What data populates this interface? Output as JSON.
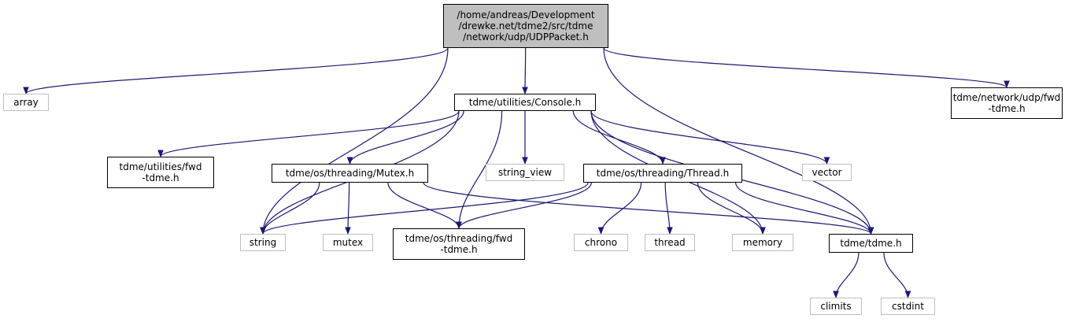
{
  "nodes": [
    {
      "id": "root",
      "label": "/home/andreas/Development\n/drewke.net/tdme2/src/tdme\n/network/udp/UDPPacket.h",
      "kind": "root"
    },
    {
      "id": "array",
      "label": "array",
      "kind": "sys"
    },
    {
      "id": "console",
      "label": "tdme/utilities/Console.h",
      "kind": "local"
    },
    {
      "id": "netfwd",
      "label": "tdme/network/udp/fwd\n-tdme.h",
      "kind": "local"
    },
    {
      "id": "utilfwd",
      "label": "tdme/utilities/fwd\n-tdme.h",
      "kind": "local"
    },
    {
      "id": "mutexh",
      "label": "tdme/os/threading/Mutex.h",
      "kind": "local"
    },
    {
      "id": "string_view",
      "label": "string_view",
      "kind": "sys"
    },
    {
      "id": "threadh",
      "label": "tdme/os/threading/Thread.h",
      "kind": "local"
    },
    {
      "id": "vector",
      "label": "vector",
      "kind": "sys"
    },
    {
      "id": "string",
      "label": "string",
      "kind": "sys"
    },
    {
      "id": "mutex",
      "label": "mutex",
      "kind": "sys"
    },
    {
      "id": "thrfwd",
      "label": "tdme/os/threading/fwd\n-tdme.h",
      "kind": "local"
    },
    {
      "id": "chrono",
      "label": "chrono",
      "kind": "sys"
    },
    {
      "id": "thread",
      "label": "thread",
      "kind": "sys"
    },
    {
      "id": "memory",
      "label": "memory",
      "kind": "sys"
    },
    {
      "id": "tdmeh",
      "label": "tdme/tdme.h",
      "kind": "local"
    },
    {
      "id": "climits",
      "label": "climits",
      "kind": "sys"
    },
    {
      "id": "cstdint",
      "label": "cstdint",
      "kind": "sys"
    }
  ],
  "edges": [
    [
      "root",
      "array"
    ],
    [
      "root",
      "console"
    ],
    [
      "root",
      "string"
    ],
    [
      "root",
      "tdmeh"
    ],
    [
      "root",
      "netfwd"
    ],
    [
      "console",
      "utilfwd"
    ],
    [
      "console",
      "mutexh"
    ],
    [
      "console",
      "string"
    ],
    [
      "console",
      "thrfwd"
    ],
    [
      "console",
      "string_view"
    ],
    [
      "console",
      "threadh"
    ],
    [
      "console",
      "memory"
    ],
    [
      "console",
      "vector"
    ],
    [
      "console",
      "tdmeh"
    ],
    [
      "mutexh",
      "string"
    ],
    [
      "mutexh",
      "mutex"
    ],
    [
      "mutexh",
      "thrfwd"
    ],
    [
      "mutexh",
      "tdmeh"
    ],
    [
      "threadh",
      "string"
    ],
    [
      "threadh",
      "thrfwd"
    ],
    [
      "threadh",
      "chrono"
    ],
    [
      "threadh",
      "thread"
    ],
    [
      "threadh",
      "memory"
    ],
    [
      "threadh",
      "tdmeh"
    ],
    [
      "tdmeh",
      "climits"
    ],
    [
      "tdmeh",
      "cstdint"
    ]
  ],
  "colors": {
    "edge": "#191970",
    "local_border": "#000000",
    "sys_border": "#bfbfbf",
    "root_fill": "#bfbfbf"
  }
}
